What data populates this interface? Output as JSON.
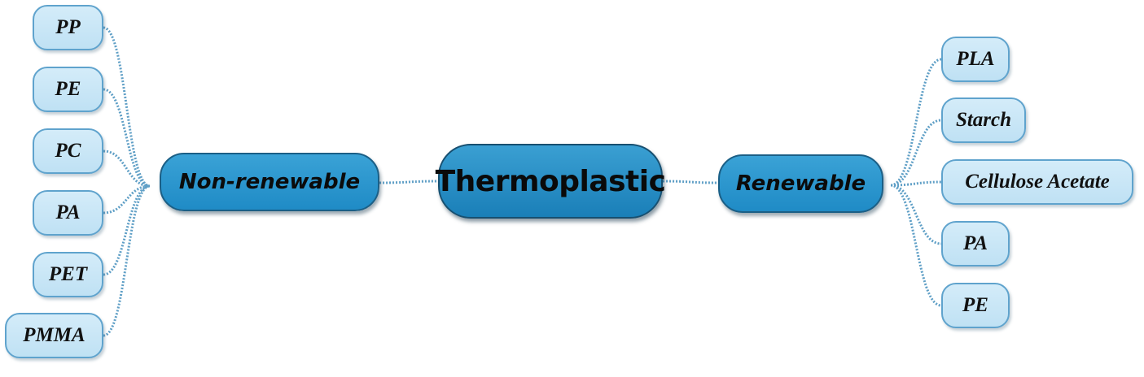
{
  "root": {
    "label": "Thermoplastic"
  },
  "branches": [
    {
      "label": "Non-renewable",
      "items": [
        "PP",
        "PE",
        "PC",
        "PA",
        "PET",
        "PMMA"
      ]
    },
    {
      "label": "Renewable",
      "items": [
        "PLA",
        "Starch",
        "Cellulose Acetate",
        "PA",
        "PE"
      ]
    }
  ],
  "colors": {
    "leaf_fill": "#c8e6f7",
    "leaf_border": "#5fa3cd",
    "branch_fill": "#2a94cc",
    "center_fill": "#2a8fc4",
    "connector": "#5f9fc6"
  }
}
